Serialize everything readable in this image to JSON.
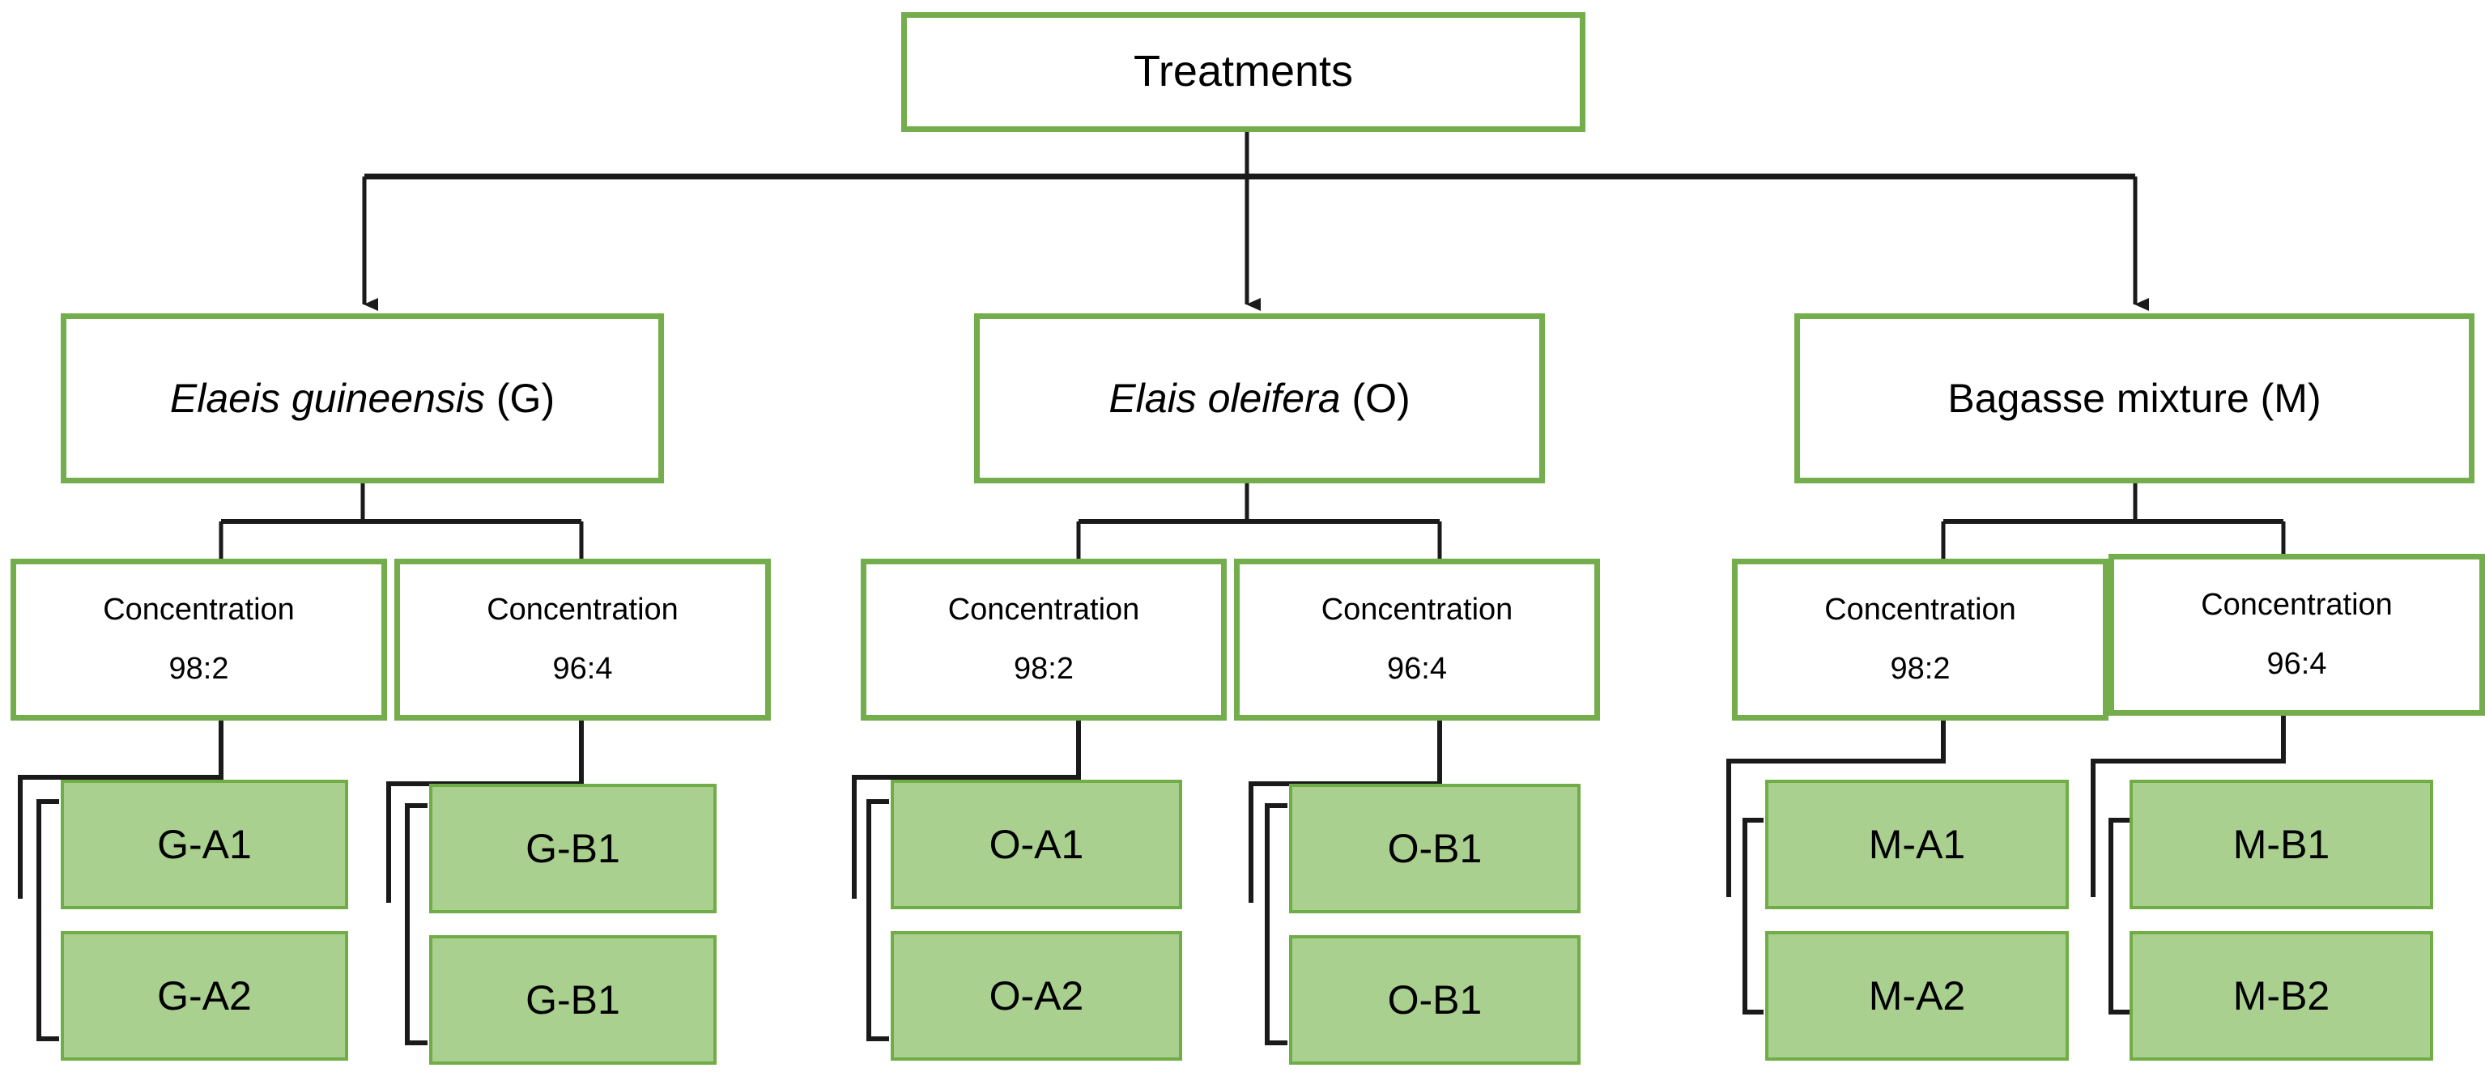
{
  "diagram": {
    "title": "Treatments",
    "root": {
      "label": "Treatments"
    },
    "colors": {
      "box_outline_green": "#74AD4C",
      "sample_fill_green": "#A9D08E",
      "sample_outline_green": "#70AD47",
      "connector_black": "#1A1A1A",
      "background": "#FFFFFF",
      "text": "#000000"
    },
    "groups": [
      {
        "code": "G",
        "species_italic": "Elaeis guineensis",
        "species_suffix": " (G)",
        "concentrations": [
          {
            "line1": "Concentration",
            "line2": "98:2",
            "samples": [
              {
                "label": "G-A1"
              },
              {
                "label": "G-A2"
              }
            ]
          },
          {
            "line1": "Concentration",
            "line2": "96:4",
            "samples": [
              {
                "label": "G-B1"
              },
              {
                "label": "G-B1"
              }
            ]
          }
        ]
      },
      {
        "code": "O",
        "species_italic": "Elais oleifera",
        "species_suffix": " (O)",
        "concentrations": [
          {
            "line1": "Concentration",
            "line2": "98:2",
            "samples": [
              {
                "label": "O-A1"
              },
              {
                "label": "O-A2"
              }
            ]
          },
          {
            "line1": "Concentration",
            "line2": "96:4",
            "samples": [
              {
                "label": "O-B1"
              },
              {
                "label": "O-B1"
              }
            ]
          }
        ]
      },
      {
        "code": "M",
        "species_italic": "",
        "species_plain": "Bagasse mixture (M)",
        "species_suffix": "",
        "concentrations": [
          {
            "line1": "Concentration",
            "line2": "98:2",
            "samples": [
              {
                "label": "M-A1"
              },
              {
                "label": "M-A2"
              }
            ]
          },
          {
            "line1": "Concentration",
            "line2": "96:4",
            "samples": [
              {
                "label": "M-B1"
              },
              {
                "label": "M-B2"
              }
            ]
          }
        ]
      }
    ]
  }
}
